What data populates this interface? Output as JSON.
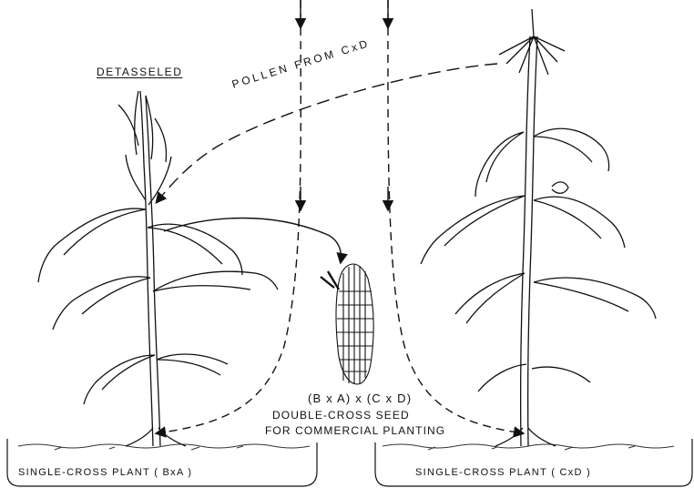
{
  "labels": {
    "detasseled": "DETASSELED",
    "pollen": "POLLEN FROM CxD",
    "cross_formula": "(B x A) x (C x D)",
    "seed_line1": "DOUBLE-CROSS SEED",
    "seed_line2": "FOR COMMERCIAL PLANTING",
    "plant_left": "SINGLE-CROSS PLANT ( BxA )",
    "plant_right": "SINGLE-CROSS PLANT ( CxD )"
  },
  "colors": {
    "ink": "#111111",
    "background": "#ffffff"
  }
}
